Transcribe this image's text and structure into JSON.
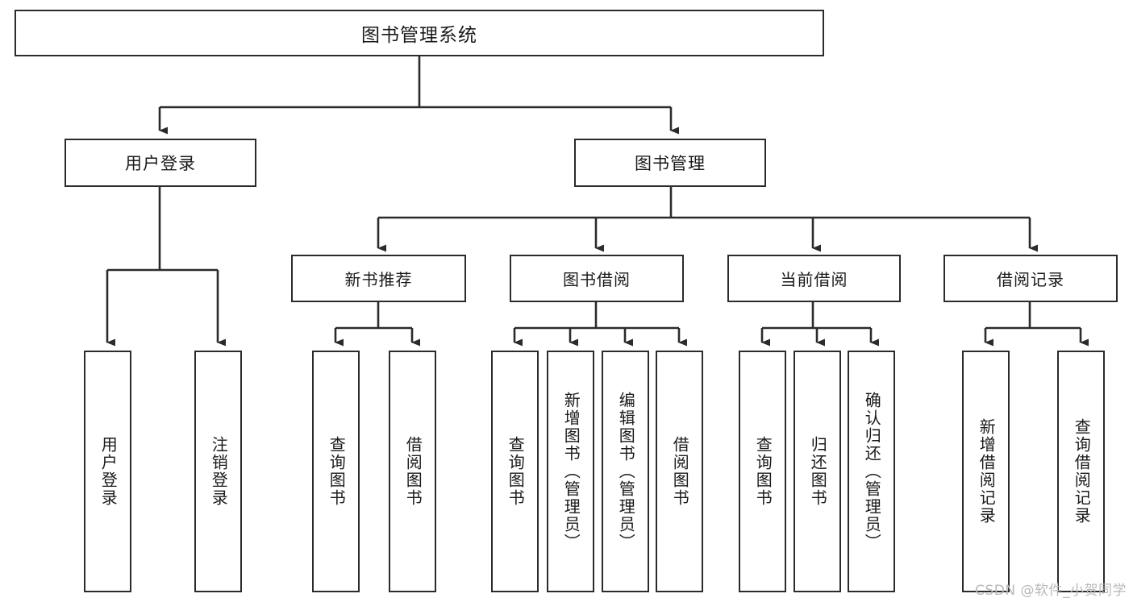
{
  "diagram": {
    "title": "图书管理系统",
    "type": "tree",
    "orientation": "top-down",
    "line_color": "#2b2b2b",
    "box_fill": "#ffffff",
    "text_color": "#1a1a1a",
    "root": {
      "label": "图书管理系统",
      "children": [
        {
          "label": "用户登录",
          "children": [
            {
              "label": "用户登录"
            },
            {
              "label": "注销登录"
            }
          ]
        },
        {
          "label": "图书管理",
          "children": [
            {
              "label": "新书推荐",
              "children": [
                {
                  "label": "查询图书"
                },
                {
                  "label": "借阅图书"
                }
              ]
            },
            {
              "label": "图书借阅",
              "children": [
                {
                  "label": "查询图书"
                },
                {
                  "label": "新增图书（管理员）"
                },
                {
                  "label": "编辑图书（管理员）"
                },
                {
                  "label": "借阅图书"
                }
              ]
            },
            {
              "label": "当前借阅",
              "children": [
                {
                  "label": "查询图书"
                },
                {
                  "label": "归还图书"
                },
                {
                  "label": "确认归还（管理员）"
                }
              ]
            },
            {
              "label": "借阅记录",
              "children": [
                {
                  "label": "新增借阅记录"
                },
                {
                  "label": "查询借阅记录"
                }
              ]
            }
          ]
        }
      ]
    }
  },
  "nodes": {
    "root": "图书管理系统",
    "user_login": "用户登录",
    "book_manage": "图书管理",
    "new_book_rec": "新书推荐",
    "book_borrow": "图书借阅",
    "current_borrow": "当前借阅",
    "borrow_record": "借阅记录",
    "leaf_user_login": "用户登录",
    "leaf_logout": "注销登录",
    "leaf_rec_query": "查询图书",
    "leaf_rec_borrow": "借阅图书",
    "leaf_br_query": "查询图书",
    "leaf_br_add": "新增图书（管理员）",
    "leaf_br_edit": "编辑图书（管理员）",
    "leaf_br_borrow": "借阅图书",
    "leaf_cur_query": "查询图书",
    "leaf_cur_return": "归还图书",
    "leaf_cur_confirm": "确认归还（管理员）",
    "leaf_rc_add": "新增借阅记录",
    "leaf_rc_query": "查询借阅记录"
  },
  "watermark": {
    "text": "CSDN @软件_小贺同学"
  }
}
